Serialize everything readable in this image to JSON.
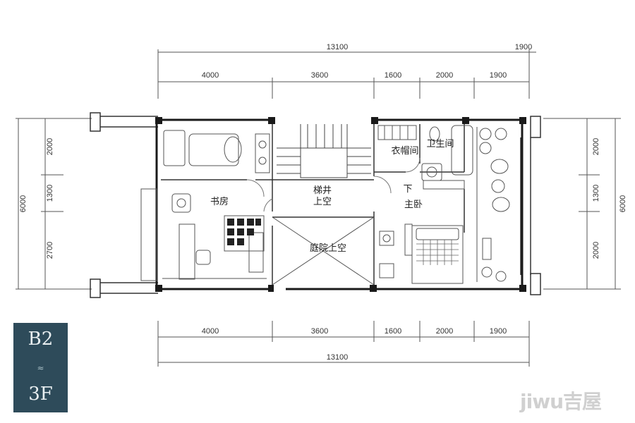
{
  "plan": {
    "dims_top_total": "13100",
    "dims_top_partial": "1900",
    "dims_top": [
      "4000",
      "3600",
      "1600",
      "2000",
      "1900"
    ],
    "dims_bottom": [
      "4000",
      "3600",
      "1600",
      "2000",
      "1900"
    ],
    "dims_bottom_total": "13100",
    "dims_left": [
      "2000",
      "1300",
      "2700"
    ],
    "dims_left_total": "6000",
    "dims_right": [
      "2000",
      "1300",
      "2000"
    ],
    "dims_right_total": "6000",
    "rooms": {
      "study": "书房",
      "stair_1": "梯井",
      "stair_2": "上空",
      "courtyard": "庭院上空",
      "closet": "衣帽间",
      "bathroom": "卫生间",
      "master": "主卧",
      "down": "下"
    }
  },
  "badge": {
    "top": "B2",
    "mid": "≈",
    "bottom": "3F"
  },
  "watermark": "jiwu吉屋",
  "colors": {
    "wall": "#1a1a1a",
    "badge_bg": "#2e4b5a",
    "line": "#555555"
  }
}
